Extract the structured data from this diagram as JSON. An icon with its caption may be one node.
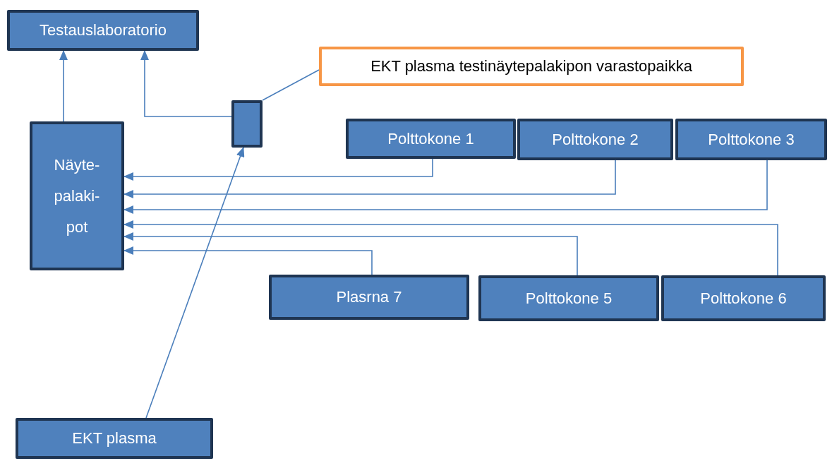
{
  "diagram": {
    "nodes": [
      {
        "text": [
          "Testauslaboratorio"
        ]
      },
      {
        "text": [
          "EKT plasma testinäytepalakipon varastopaikka"
        ]
      },
      {
        "text": [
          "Näyte- palaki- pot"
        ]
      },
      {
        "text": [],
        "shape": "box"
      },
      {
        "text": [
          "Polttokone 1"
        ]
      },
      {
        "text": [
          "Polttokone 2"
        ]
      },
      {
        "text": [
          "Polttokone 3"
        ]
      },
      {
        "text": [
          "Plasrna 7"
        ]
      },
      {
        "text": [
          "Polttokone 5"
        ]
      },
      {
        "text": [
          "Polttokone 6"
        ]
      },
      {
        "text": [
          "EKT plasma"
        ]
      }
    ],
    "edges": [
      {
        "from": 2,
        "to": 0,
        "arrow": "to"
      },
      {
        "from": 3,
        "to": 0,
        "arrow": "to"
      },
      {
        "from": 1,
        "to": 3,
        "arrow": "none"
      },
      {
        "from": 10,
        "to": 3,
        "arrow": "to"
      },
      {
        "from": 4,
        "to": 2,
        "arrow": "to"
      },
      {
        "from": 5,
        "to": 2,
        "arrow": "to"
      },
      {
        "from": 6,
        "to": 2,
        "arrow": "to"
      },
      {
        "from": 9,
        "to": 2,
        "arrow": "to"
      },
      {
        "from": 8,
        "to": 2,
        "arrow": "to"
      },
      {
        "from": 7,
        "to": 2,
        "arrow": "to"
      }
    ]
  }
}
